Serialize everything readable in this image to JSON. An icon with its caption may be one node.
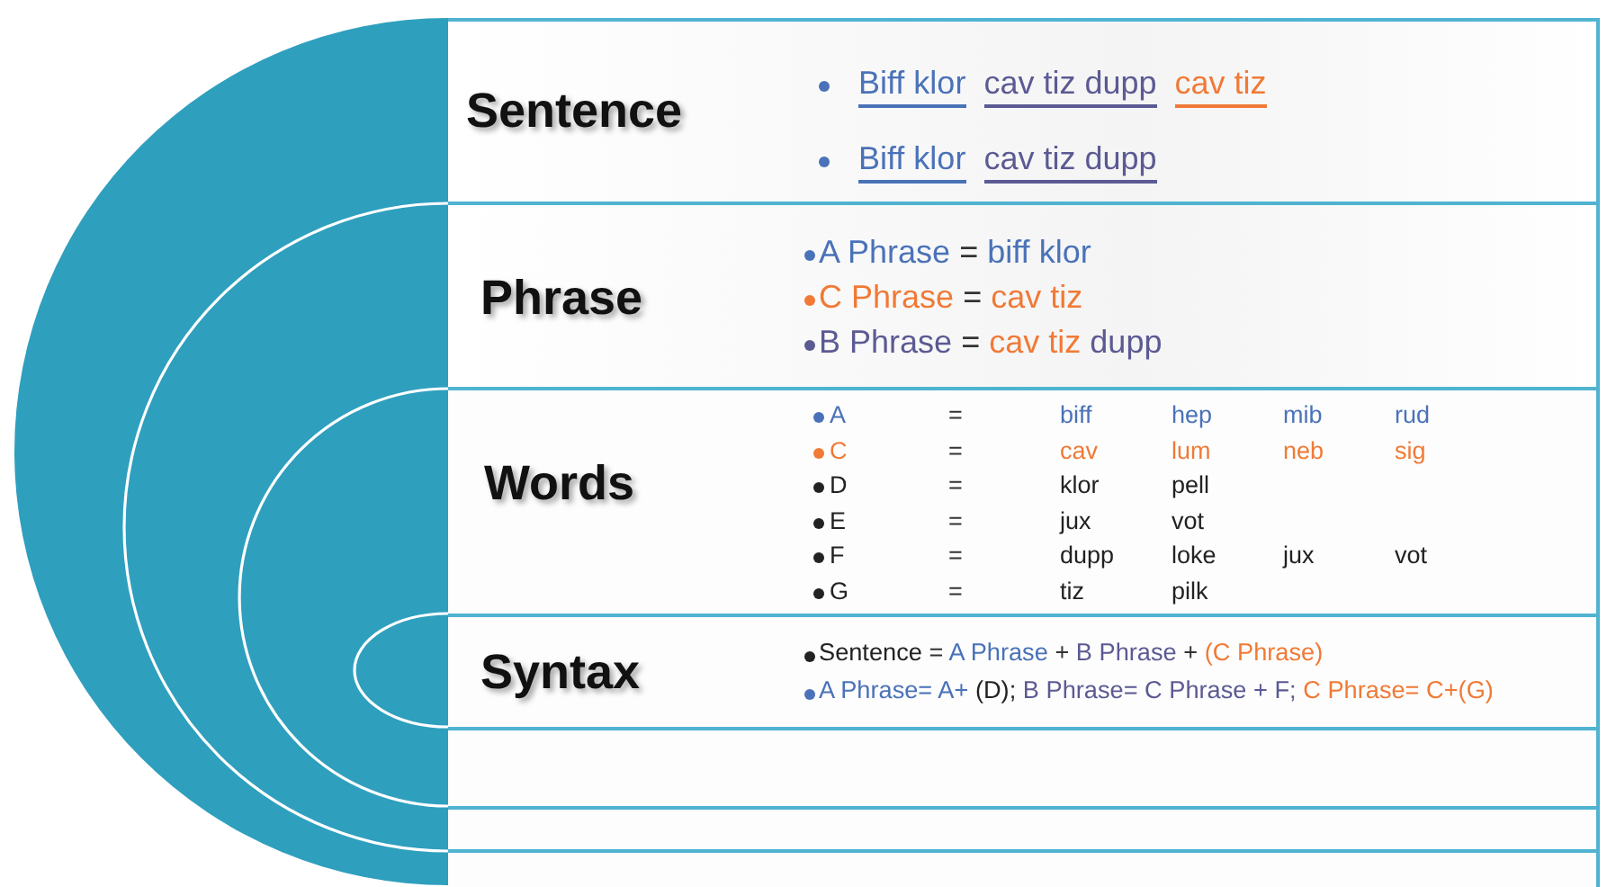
{
  "diagram": {
    "nodes": [
      {
        "text": [
          "Sentence",
          "Biff klor",
          "cav tiz dupp",
          "cav tiz",
          "Biff klor",
          "cav tiz dupp"
        ]
      },
      {
        "text": [
          "Phrase",
          "A Phrase = biff klor",
          "C Phrase = cav tiz",
          "B Phrase = cav tiz dupp"
        ]
      },
      {
        "text": [
          "Words",
          "A",
          "=",
          "biff",
          "hep",
          "mib",
          "rud",
          "C",
          "=",
          "cav",
          "lum",
          "neb",
          "sig",
          "D",
          "=",
          "klor",
          "pell",
          "E",
          "=",
          "jux",
          "vot",
          "F",
          "=",
          "dupp",
          "loke",
          "jux",
          "vot",
          "G",
          "=",
          "tiz",
          "pilk"
        ]
      },
      {
        "text": [
          "Syntax",
          "Sentence = A Phrase + B Phrase + (C Phrase)",
          "A Phrase= A+ (D); B Phrase= C Phrase + F; C Phrase= C+(G)"
        ]
      },
      {
        "text": [],
        "shape": "band"
      },
      {
        "text": [],
        "shape": "band"
      },
      {
        "text": [],
        "shape": "band"
      }
    ]
  }
}
